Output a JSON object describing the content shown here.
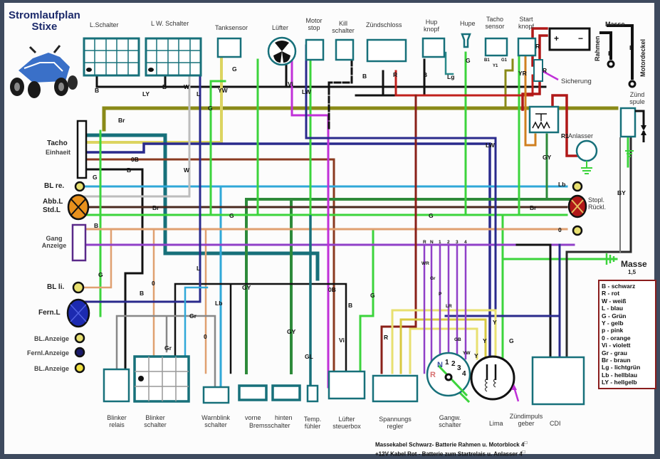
{
  "title": {
    "line1": "Stromlaufplan",
    "line2": "Stixe"
  },
  "components_top": {
    "l_schalter": "L.Schalter",
    "lw_schalter": "L W. Schalter",
    "tanksensor": "Tanksensor",
    "luefter": "Lüfter",
    "motor_stop": "Motor stop",
    "kill_schalter": "Kill schalter",
    "zuendschloss": "Zündschloss",
    "hup_knopf": "Hup knopf",
    "hupe": "Hupe",
    "tacho_sensor": "Tacho sensor",
    "start_knopf": "Start knopf",
    "masse": "Masse",
    "rahmen": "Rahmen",
    "motordeckel": "Motordeckel",
    "sicherung": "Sicherung",
    "zuendspule": "Zünd spule",
    "anlasser": "Anlasser"
  },
  "components_left": {
    "tacho": "Tacho",
    "einheit": "Einhaeit",
    "bl_re": "BL re.",
    "abb_l": "Abb.L",
    "std_l": "Std.L",
    "gang_anzeige": "Gang Anzeige",
    "bl_li": "BL li.",
    "fern_l": "Fern.L",
    "bl_anzeige_1": "BL.Anzeige",
    "ferni_anzeige": "Fernl.Anzeige",
    "bl_anzeige_2": "BL.Anzeige"
  },
  "components_right": {
    "stopl": "Stopl.",
    "rueckl": "Rückl.",
    "masse_ground": "Masse",
    "masse_size": "1,5"
  },
  "components_bottom": {
    "blinker_relais": "Blinker relais",
    "blinker_schalter": "Blinker schalter",
    "warnblink_schalter": "Warnblink schalter",
    "vorne": "vorne",
    "hinten": "hinten",
    "bremsschalter": "Bremsschalter",
    "temp_fuehler": "Temp. fühler",
    "luefter_steuerbox": "Lüfter steuerbox",
    "spannungs_regler": "Spannungs regler",
    "gangw_schalter": "Gangw. schalter",
    "lima": "Lima",
    "zuendimpuls_geber": "Zündimpuls geber",
    "cdi": "CDI"
  },
  "wire_labels": {
    "B": "B",
    "LY": "LY",
    "W": "W",
    "L": "L",
    "Br": "Br",
    "G": "G",
    "YW": "YW",
    "Vi": "Vi",
    "LW": "LW",
    "R": "R",
    "Lg": "Lg",
    "B1": "B1",
    "Y1": "Y1",
    "G1": "G1",
    "YR": "YR",
    "R1": "R1",
    "GY": "GY",
    "BY": "BY",
    "Lb": "Lb",
    "OB": "0B",
    "O": "0",
    "Gr": "Gr",
    "GL": "GL",
    "WR": "WR",
    "P": "P",
    "LR": "LR",
    "GB": "GB",
    "Y": "Y",
    "gear_R": "R",
    "gear_N": "N",
    "gear_1": "1",
    "gear_2": "2",
    "gear_3": "3",
    "gear_4": "4",
    "plus": "+",
    "minus": "−"
  },
  "legend": [
    {
      "code": "B",
      "color": "schwarz",
      "hex": "#111111"
    },
    {
      "code": "R",
      "color": "rot",
      "hex": "#c0201c"
    },
    {
      "code": "W",
      "color": "weiß",
      "hex": "#bdbdbd"
    },
    {
      "code": "L",
      "color": "blau",
      "hex": "#2a2a8c"
    },
    {
      "code": "G",
      "color": "Grün",
      "hex": "#3cd43c"
    },
    {
      "code": "Y",
      "color": "gelb",
      "hex": "#e8e070"
    },
    {
      "code": "p",
      "color": "pink",
      "hex": "#a050d0"
    },
    {
      "code": "0",
      "color": "orange",
      "hex": "#e0a070"
    },
    {
      "code": "Vi",
      "color": "violett",
      "hex": "#c030d8"
    },
    {
      "code": "Gr",
      "color": "grau",
      "hex": "#8a8a8a"
    },
    {
      "code": "Br",
      "color": "braun",
      "hex": "#5a3828"
    },
    {
      "code": "Lg",
      "color": "lichtgrün",
      "hex": "#2a8a8a"
    },
    {
      "code": "Lb",
      "color": "hellblau",
      "hex": "#30a8d8"
    },
    {
      "code": "LY",
      "color": "hellgelb",
      "hex": "#f0e890"
    }
  ],
  "footer": {
    "line1": "Massekabel Schwarz- Batterie Rahmen u. Motorblock 4",
    "line2": "+12V Kabel Rot - Batterie zum Startrelais u. Anlasser 4",
    "unit": "□"
  }
}
